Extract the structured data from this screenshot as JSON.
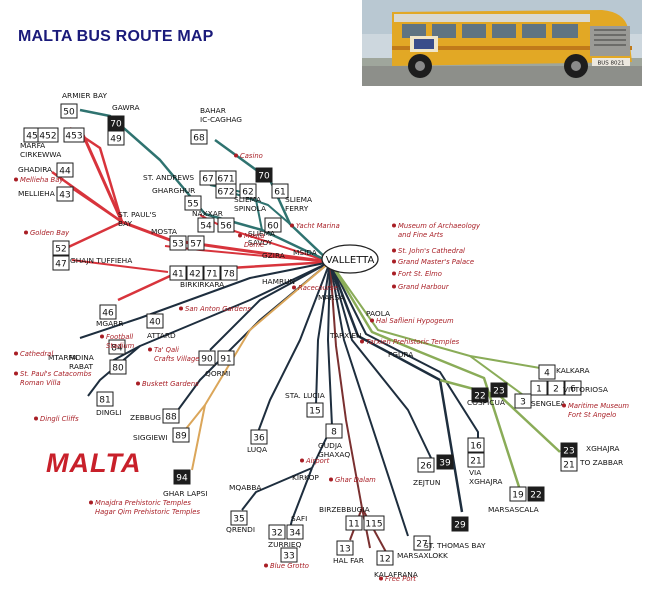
{
  "title": "MALTA BUS ROUTE MAP",
  "island_label": "MALTA",
  "hub": "VALLETTA",
  "colors": {
    "red": "#d8343c",
    "dark": "#1e2e3e",
    "teal": "#2f7370",
    "olive": "#8aac58",
    "brown": "#7a3030",
    "orange": "#dba65a",
    "attraction": "#a81e25"
  },
  "bus_plate": "BUS 8021",
  "places": [
    {
      "id": "armier",
      "text": "ARMIER BAY"
    },
    {
      "id": "cirkewwa",
      "text": "MARFA\nCIRKEWWA"
    },
    {
      "id": "gawra",
      "text": "GAWRA"
    },
    {
      "id": "bahar",
      "text": "BAHAR\nIC-CAGHAG"
    },
    {
      "id": "ghadira",
      "text": "GHADIRA"
    },
    {
      "id": "mellieha",
      "text": "MELLIEHA"
    },
    {
      "id": "standrews",
      "text": "ST. ANDREWS"
    },
    {
      "id": "gharghur",
      "text": "GHARGHUR"
    },
    {
      "id": "spinola",
      "text": "SLIEMA\nSPINOLA"
    },
    {
      "id": "sliemaferry",
      "text": "SLIEMA\nFERRY"
    },
    {
      "id": "stpauls",
      "text": "ST. PAUL'S\nBAY"
    },
    {
      "id": "naxxar",
      "text": "NAXXAR"
    },
    {
      "id": "sliemasavoy",
      "text": "SLIEMA\nSAVOY"
    },
    {
      "id": "mosta",
      "text": "MOSTA"
    },
    {
      "id": "ghajn",
      "text": "GHAJN TUFFIEHA"
    },
    {
      "id": "gzira",
      "text": "GZIRA"
    },
    {
      "id": "msida",
      "text": "MSIDA"
    },
    {
      "id": "birkirkara",
      "text": "BIRKIRKARA"
    },
    {
      "id": "hamrun",
      "text": "HAMRUN"
    },
    {
      "id": "marsa",
      "text": "MARSA"
    },
    {
      "id": "paola",
      "text": "PAOLA"
    },
    {
      "id": "mgarr",
      "text": "MGARR"
    },
    {
      "id": "attard",
      "text": "ATTARD"
    },
    {
      "id": "mtarfa",
      "text": "MTARFA"
    },
    {
      "id": "mdina",
      "text": "MDINA\nRABAT"
    },
    {
      "id": "qormi",
      "text": "QORMI"
    },
    {
      "id": "tarxien",
      "text": "TARXIEN"
    },
    {
      "id": "fgura",
      "text": "FGURA"
    },
    {
      "id": "kalkara",
      "text": "KALKARA"
    },
    {
      "id": "vittoriosa",
      "text": "VITTORIOSA"
    },
    {
      "id": "senglea",
      "text": "SENGLEA"
    },
    {
      "id": "cospicua",
      "text": "COSPICUA"
    },
    {
      "id": "dingli",
      "text": "DINGLI"
    },
    {
      "id": "zebbug",
      "text": "ZEBBUG"
    },
    {
      "id": "siggiewi",
      "text": "SIGGIEWI"
    },
    {
      "id": "stlucia",
      "text": "STA. LUCIA"
    },
    {
      "id": "gudja",
      "text": "GUDJA\nGHAXAQ"
    },
    {
      "id": "luqa",
      "text": "LUQA"
    },
    {
      "id": "kirkop",
      "text": "KIRKOP"
    },
    {
      "id": "mqabba",
      "text": "MQABBA"
    },
    {
      "id": "ghar",
      "text": "GHAR LAPSI"
    },
    {
      "id": "qrendi",
      "text": "QRENDI"
    },
    {
      "id": "safi",
      "text": "SAFI"
    },
    {
      "id": "zurrieq",
      "text": "ZURRIEQ"
    },
    {
      "id": "zejtun",
      "text": "ZEJTUN"
    },
    {
      "id": "via",
      "text": "VIA\nXGHAJRA"
    },
    {
      "id": "xghajra",
      "text": "XGHAJRA"
    },
    {
      "id": "zabbar",
      "text": "TO ZABBAR"
    },
    {
      "id": "marsascala",
      "text": "MARSASCALA"
    },
    {
      "id": "birzebbugia",
      "text": "BIRZEBBUGIA"
    },
    {
      "id": "stthomas",
      "text": "ST. THOMAS BAY"
    },
    {
      "id": "halfar",
      "text": "HAL FAR"
    },
    {
      "id": "kalafrana",
      "text": "KALAFRANA"
    },
    {
      "id": "marsaxlokk",
      "text": "MARSAXLOKK"
    }
  ],
  "routes": [
    {
      "id": "r50",
      "text": "50"
    },
    {
      "id": "r70a",
      "text": "70"
    },
    {
      "id": "r49",
      "text": "49"
    },
    {
      "id": "r45",
      "text": "45"
    },
    {
      "id": "r452",
      "text": "452"
    },
    {
      "id": "r453",
      "text": "453"
    },
    {
      "id": "r68",
      "text": "68"
    },
    {
      "id": "r44",
      "text": "44"
    },
    {
      "id": "r43",
      "text": "43"
    },
    {
      "id": "r67",
      "text": "67"
    },
    {
      "id": "r671",
      "text": "671"
    },
    {
      "id": "r70b",
      "text": "70"
    },
    {
      "id": "r62",
      "text": "62"
    },
    {
      "id": "r672",
      "text": "672"
    },
    {
      "id": "r61",
      "text": "61"
    },
    {
      "id": "r55",
      "text": "55"
    },
    {
      "id": "r54",
      "text": "54"
    },
    {
      "id": "r56",
      "text": "56"
    },
    {
      "id": "r60",
      "text": "60"
    },
    {
      "id": "r53",
      "text": "53"
    },
    {
      "id": "r57",
      "text": "57"
    },
    {
      "id": "r52",
      "text": "52"
    },
    {
      "id": "r47",
      "text": "47"
    },
    {
      "id": "r41",
      "text": "41"
    },
    {
      "id": "r42",
      "text": "42"
    },
    {
      "id": "r71",
      "text": "71"
    },
    {
      "id": "r78",
      "text": "78"
    },
    {
      "id": "r46",
      "text": "46"
    },
    {
      "id": "r40",
      "text": "40"
    },
    {
      "id": "r84",
      "text": "84"
    },
    {
      "id": "r80",
      "text": "80"
    },
    {
      "id": "r90",
      "text": "90"
    },
    {
      "id": "r91",
      "text": "91"
    },
    {
      "id": "r81",
      "text": "81"
    },
    {
      "id": "r88",
      "text": "88"
    },
    {
      "id": "r89",
      "text": "89"
    },
    {
      "id": "r4",
      "text": "4"
    },
    {
      "id": "r1",
      "text": "1"
    },
    {
      "id": "r2",
      "text": "2"
    },
    {
      "id": "r6",
      "text": "6"
    },
    {
      "id": "r3",
      "text": "3"
    },
    {
      "id": "r23a",
      "text": "23"
    },
    {
      "id": "r22a",
      "text": "22"
    },
    {
      "id": "r15",
      "text": "15"
    },
    {
      "id": "r8",
      "text": "8"
    },
    {
      "id": "r36",
      "text": "36"
    },
    {
      "id": "r16",
      "text": "16"
    },
    {
      "id": "r21a",
      "text": "21"
    },
    {
      "id": "r23b",
      "text": "23"
    },
    {
      "id": "r21b",
      "text": "21"
    },
    {
      "id": "r26",
      "text": "26"
    },
    {
      "id": "r39",
      "text": "39"
    },
    {
      "id": "r94",
      "text": "94"
    },
    {
      "id": "r19",
      "text": "19"
    },
    {
      "id": "r22b",
      "text": "22"
    },
    {
      "id": "r35",
      "text": "35"
    },
    {
      "id": "r32",
      "text": "32"
    },
    {
      "id": "r34",
      "text": "34"
    },
    {
      "id": "r33",
      "text": "33"
    },
    {
      "id": "r11",
      "text": "11"
    },
    {
      "id": "r115",
      "text": "115"
    },
    {
      "id": "r29",
      "text": "29"
    },
    {
      "id": "r13",
      "text": "13"
    },
    {
      "id": "r12",
      "text": "12"
    },
    {
      "id": "r27",
      "text": "27"
    }
  ],
  "attractions": [
    {
      "id": "casino",
      "text": "Casino"
    },
    {
      "id": "mellbay",
      "text": "Mellieha Bay"
    },
    {
      "id": "mostadome",
      "text": "Mosta\nDome"
    },
    {
      "id": "yacht",
      "text": "Yacht Marina"
    },
    {
      "id": "golden",
      "text": "Golden Bay"
    },
    {
      "id": "museum",
      "text": "Museum of Archaeology\nand Fine Arts"
    },
    {
      "id": "stjohn",
      "text": "St. John's Cathedral"
    },
    {
      "id": "grandmaster",
      "text": "Grand Master's Palace"
    },
    {
      "id": "fortelmo",
      "text": "Fort St. Elmo"
    },
    {
      "id": "grandharbour",
      "text": "Grand Harbour"
    },
    {
      "id": "racecourse",
      "text": "Racecourse"
    },
    {
      "id": "sanantonio",
      "text": "San Anton Gardens"
    },
    {
      "id": "hypogeum",
      "text": "Hal Saflieni Hypogeum"
    },
    {
      "id": "football",
      "text": "Football\nStadium"
    },
    {
      "id": "tarxientemples",
      "text": "Tarxien Prehistoric Temples"
    },
    {
      "id": "cathedral",
      "text": "Cathedral"
    },
    {
      "id": "taqali",
      "text": "Ta' Qali\nCrafts Village"
    },
    {
      "id": "stpaulcat",
      "text": "St. Paul's Catacombs\nRoman Villa"
    },
    {
      "id": "buskett",
      "text": "Buskett Gardens"
    },
    {
      "id": "maritime",
      "text": "Maritime Museum\nFort St Angelo"
    },
    {
      "id": "dingli",
      "text": "Dingli Cliffs"
    },
    {
      "id": "airport",
      "text": "Airport"
    },
    {
      "id": "ghardalam",
      "text": "Ghar Dalam"
    },
    {
      "id": "mnajdra",
      "text": "Mnajdra Prehistoric Temples\nHagar Qim Prehistoric Temples"
    },
    {
      "id": "bluegrotto",
      "text": "Blue Grotto"
    },
    {
      "id": "freeport",
      "text": "Free Port"
    }
  ]
}
